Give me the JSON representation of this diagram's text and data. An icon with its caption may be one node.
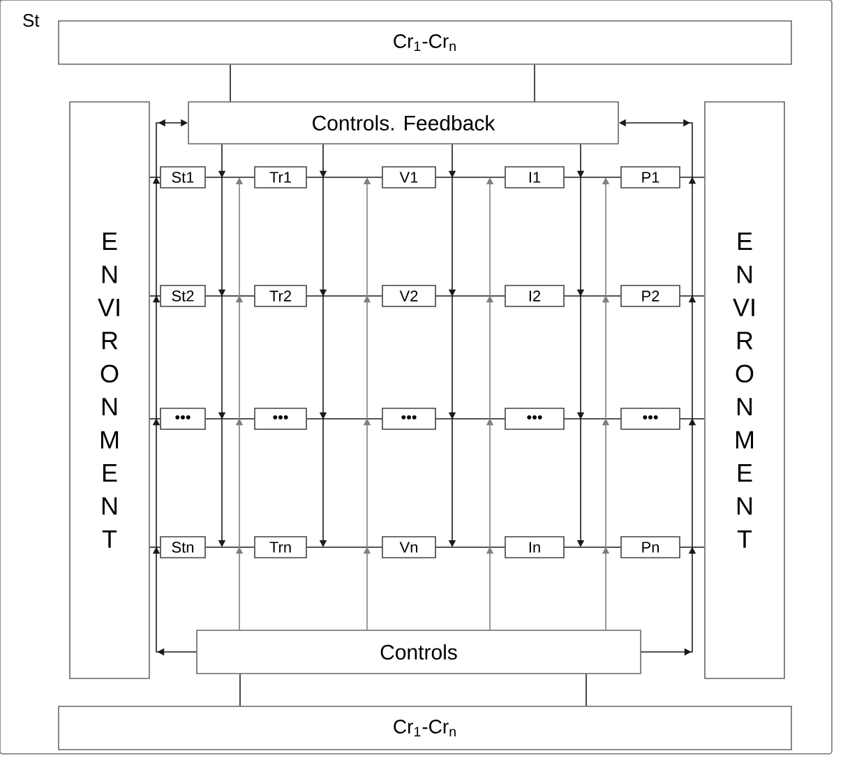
{
  "diagram": {
    "nodes": [
      {
        "text": [
          "St"
        ]
      },
      {
        "text": [
          "Cr$_{1}$-Cr$_{n}$"
        ],
        "in": 0
      },
      {
        "text": [
          "Controls. Feedback"
        ],
        "in": 0
      },
      {
        "text": [
          "ENVIRONMENT"
        ],
        "in": 0
      },
      {
        "text": [
          "ENVIRONMENT"
        ],
        "in": 0
      },
      {
        "text": [
          "St1"
        ],
        "in": 0
      },
      {
        "text": [
          "Tr1"
        ],
        "in": 0
      },
      {
        "text": [
          "V1"
        ],
        "in": 0
      },
      {
        "text": [
          "I1"
        ],
        "in": 0
      },
      {
        "text": [
          "P1"
        ],
        "in": 0
      },
      {
        "text": [
          "St2"
        ],
        "in": 0
      },
      {
        "text": [
          "Tr2"
        ],
        "in": 0
      },
      {
        "text": [
          "V2"
        ],
        "in": 0
      },
      {
        "text": [
          "I2"
        ],
        "in": 0
      },
      {
        "text": [
          "P2"
        ],
        "in": 0
      },
      {
        "text": [
          "•••"
        ],
        "in": 0
      },
      {
        "text": [
          "•••"
        ],
        "in": 0
      },
      {
        "text": [
          "•••"
        ],
        "in": 0
      },
      {
        "text": [
          "•••"
        ],
        "in": 0
      },
      {
        "text": [
          "•••"
        ],
        "in": 0
      },
      {
        "text": [
          "Stn"
        ],
        "in": 0
      },
      {
        "text": [
          "Trn"
        ],
        "in": 0
      },
      {
        "text": [
          "Vn"
        ],
        "in": 0
      },
      {
        "text": [
          "In"
        ],
        "in": 0
      },
      {
        "text": [
          "Pn"
        ],
        "in": 0
      },
      {
        "text": [
          "Controls"
        ],
        "in": 0
      },
      {
        "text": [
          "Cr$_{1}$-Cr$_{n}$"
        ],
        "in": 0
      }
    ],
    "edges": [
      {
        "from": 1,
        "to": 2,
        "arrow": "none"
      },
      {
        "from": 1,
        "to": 2,
        "arrow": "none"
      },
      {
        "from": 3,
        "to": 5,
        "arrow": "none"
      },
      {
        "from": 5,
        "to": 6,
        "arrow": "none"
      },
      {
        "from": 6,
        "to": 7,
        "arrow": "none"
      },
      {
        "from": 7,
        "to": 8,
        "arrow": "none"
      },
      {
        "from": 8,
        "to": 9,
        "arrow": "none"
      },
      {
        "from": 9,
        "to": 4,
        "arrow": "none"
      },
      {
        "from": 3,
        "to": 10,
        "arrow": "none"
      },
      {
        "from": 10,
        "to": 11,
        "arrow": "none"
      },
      {
        "from": 11,
        "to": 12,
        "arrow": "none"
      },
      {
        "from": 12,
        "to": 13,
        "arrow": "none"
      },
      {
        "from": 13,
        "to": 14,
        "arrow": "none"
      },
      {
        "from": 14,
        "to": 4,
        "arrow": "none"
      },
      {
        "from": 3,
        "to": 15,
        "arrow": "none"
      },
      {
        "from": 15,
        "to": 16,
        "arrow": "none"
      },
      {
        "from": 16,
        "to": 17,
        "arrow": "none"
      },
      {
        "from": 17,
        "to": 18,
        "arrow": "none"
      },
      {
        "from": 18,
        "to": 19,
        "arrow": "none"
      },
      {
        "from": 19,
        "to": 4,
        "arrow": "none"
      },
      {
        "from": 3,
        "to": 20,
        "arrow": "none"
      },
      {
        "from": 20,
        "to": 21,
        "arrow": "none"
      },
      {
        "from": 21,
        "to": 22,
        "arrow": "none"
      },
      {
        "from": 22,
        "to": 23,
        "arrow": "none"
      },
      {
        "from": 23,
        "to": 24,
        "arrow": "none"
      },
      {
        "from": 24,
        "to": 4,
        "arrow": "none"
      },
      {
        "from": 2,
        "to": 20,
        "arrow": "to"
      },
      {
        "from": 2,
        "to": 21,
        "arrow": "to"
      },
      {
        "from": 2,
        "to": 22,
        "arrow": "to"
      },
      {
        "from": 2,
        "to": 23,
        "arrow": "to"
      },
      {
        "from": 25,
        "to": 6,
        "arrow": "to",
        "color": "#808080"
      },
      {
        "from": 25,
        "to": 7,
        "arrow": "to",
        "color": "#808080"
      },
      {
        "from": 25,
        "to": 8,
        "arrow": "to",
        "color": "#808080"
      },
      {
        "from": 25,
        "to": 9,
        "arrow": "to",
        "color": "#808080"
      },
      {
        "from": 25,
        "to": 2,
        "arrow": "to"
      },
      {
        "from": 25,
        "to": 2,
        "arrow": "to"
      },
      {
        "from": 25,
        "to": 26,
        "arrow": "none"
      },
      {
        "from": 25,
        "to": 26,
        "arrow": "none"
      }
    ]
  }
}
